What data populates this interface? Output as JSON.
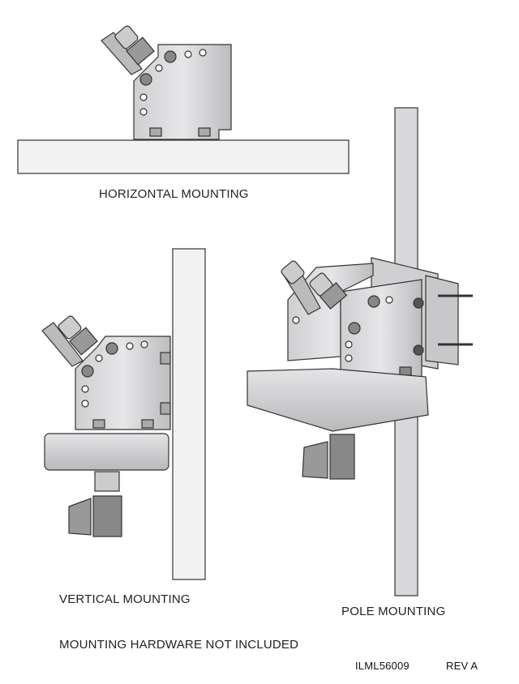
{
  "labels": {
    "horizontal": "HORIZONTAL MOUNTING",
    "vertical": "VERTICAL MOUNTING",
    "pole": "POLE MOUNTING",
    "note": "MOUNTING HARDWARE NOT INCLUDED"
  },
  "footer": {
    "drawing_number": "ILML56009",
    "revision": "REV A"
  }
}
